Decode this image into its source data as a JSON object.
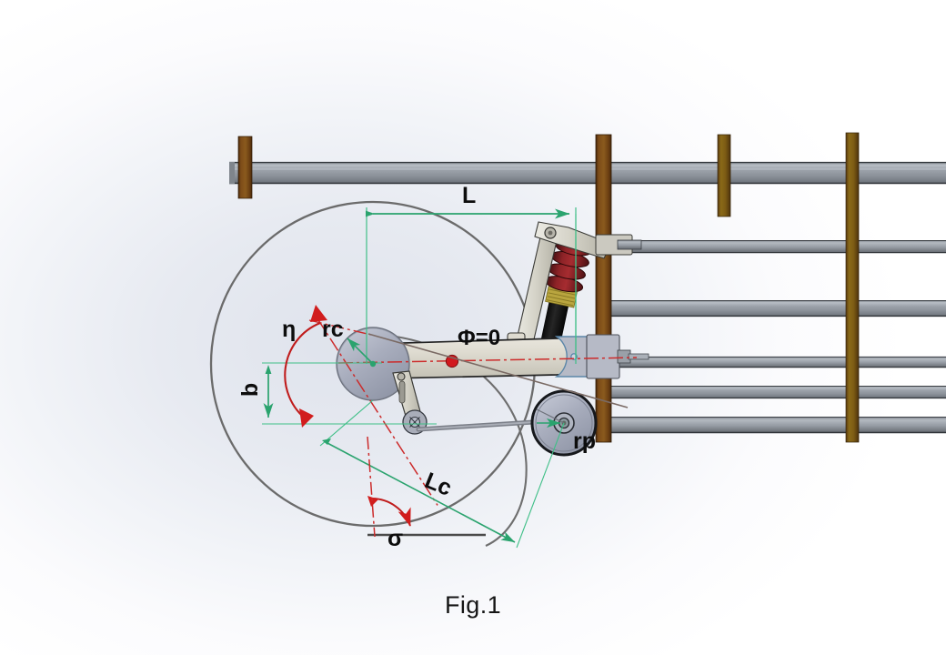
{
  "figure": {
    "caption": "Fig.1",
    "type": "CAD technical drawing",
    "subject": "Wheel suspension caster mechanism with dimension annotations",
    "background_colors": {
      "base": "#ffffff",
      "gradient_mid": "#e7eaf1",
      "gradient_core": "#dfe3ec"
    }
  },
  "annotations": {
    "dimension_L": "L",
    "angle_eta": "η",
    "radius_rc": "rc",
    "angle_phi": "Φ=0",
    "dimension_b": "b",
    "radius_rp": "rp",
    "dimension_Lc": "Lc",
    "angle_sigma": "σ"
  },
  "colors": {
    "dimension_green": "#33b07a",
    "dimension_green_line": "#3fbf87",
    "angle_red": "#d02020",
    "centerline_red": "#cc2b2b",
    "steel_gray": "#9aa0a8",
    "steel_light": "#d8d5cc",
    "wood_brown": "#7a4a18",
    "wood_brown_dark": "#5e3610",
    "spring_red": "#7e1d20",
    "damper_black": "#1a1a1a",
    "spring_gold": "#c8b34a",
    "outline_dark": "#2b2b2b",
    "trajectory_gray": "#6e6e6e"
  },
  "components": {
    "rails": "horizontal steel tubes",
    "posts": "vertical wooden support beams",
    "wheel_large": "caster wheel disc",
    "wheel_small": "pivot wheel disc",
    "shock": "coil-over spring damper",
    "arm": "swing arm linkage",
    "trajectory_circle": "wheel sweep trajectory circle"
  }
}
